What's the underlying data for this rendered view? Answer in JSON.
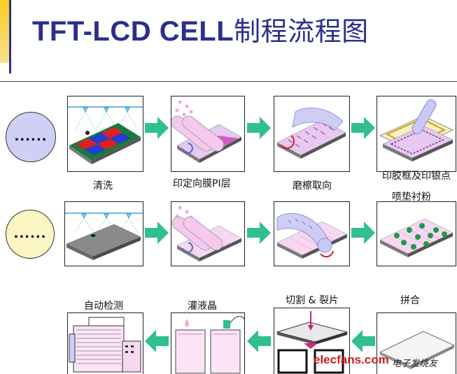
{
  "title": {
    "latin": "TFT-LCD CELL",
    "cn": "制程流程图"
  },
  "row1": {
    "dots": "......",
    "labels": [
      "清洗",
      "印定向膜PI层",
      "磨檫取向",
      "印胶框及印银点"
    ]
  },
  "row2": {
    "dots": "......",
    "label_extra": "喷垫衬粉"
  },
  "row3": {
    "labels": [
      "自动检测",
      "灌液晶",
      "切割 & 裂片",
      "拼合"
    ]
  },
  "watermark": {
    "site": "elecfans.com",
    "cn": "电子发烧友"
  },
  "colors": {
    "title": "#2a2f8f",
    "arrow": "#2fc08e",
    "panel": "#e9c6ef",
    "row1_circle": "#cfd0f5",
    "row2_circle": "#fbf5c3"
  }
}
